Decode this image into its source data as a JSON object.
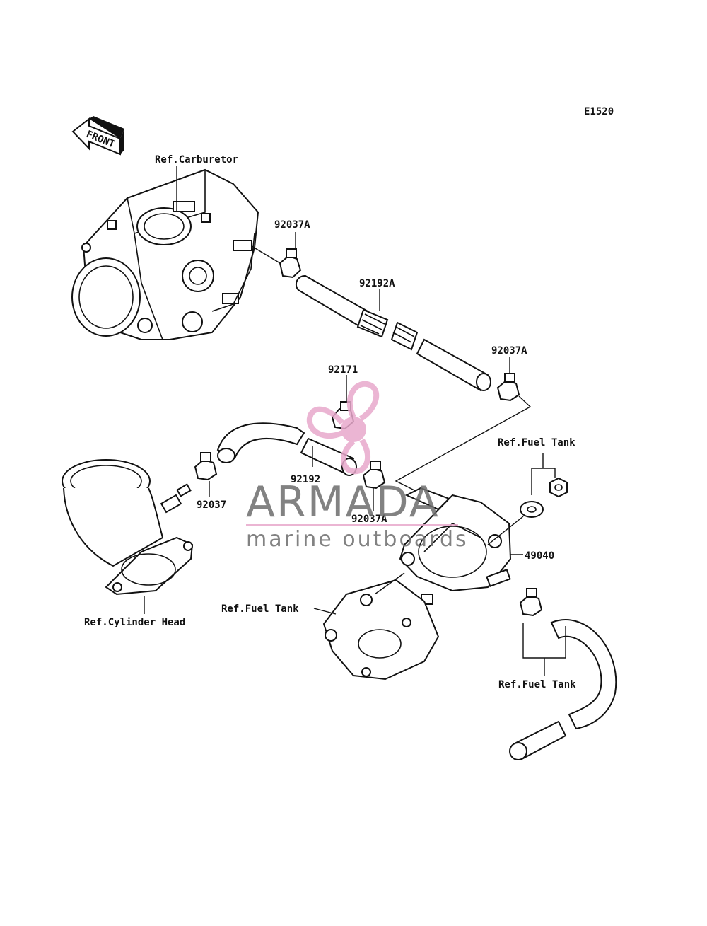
{
  "diagram_code": "E1520",
  "front_label": "FRONT",
  "labels": {
    "ref_carburetor": "Ref.Carburetor",
    "p92037A_top": "92037A",
    "p92192A": "92192A",
    "p92037A_right": "92037A",
    "p92171": "92171",
    "p92192": "92192",
    "p92037": "92037",
    "p92037A_mid": "92037A",
    "ref_fuel_tank_top": "Ref.Fuel Tank",
    "p49040": "49040",
    "ref_fuel_tank_left": "Ref.Fuel Tank",
    "ref_cylinder_head": "Ref.Cylinder Head",
    "ref_fuel_tank_bottom": "Ref.Fuel Tank"
  },
  "watermark": {
    "title": "ARMADA",
    "subtitle": "marine outboards",
    "logo_color": "#e8a9cc"
  }
}
